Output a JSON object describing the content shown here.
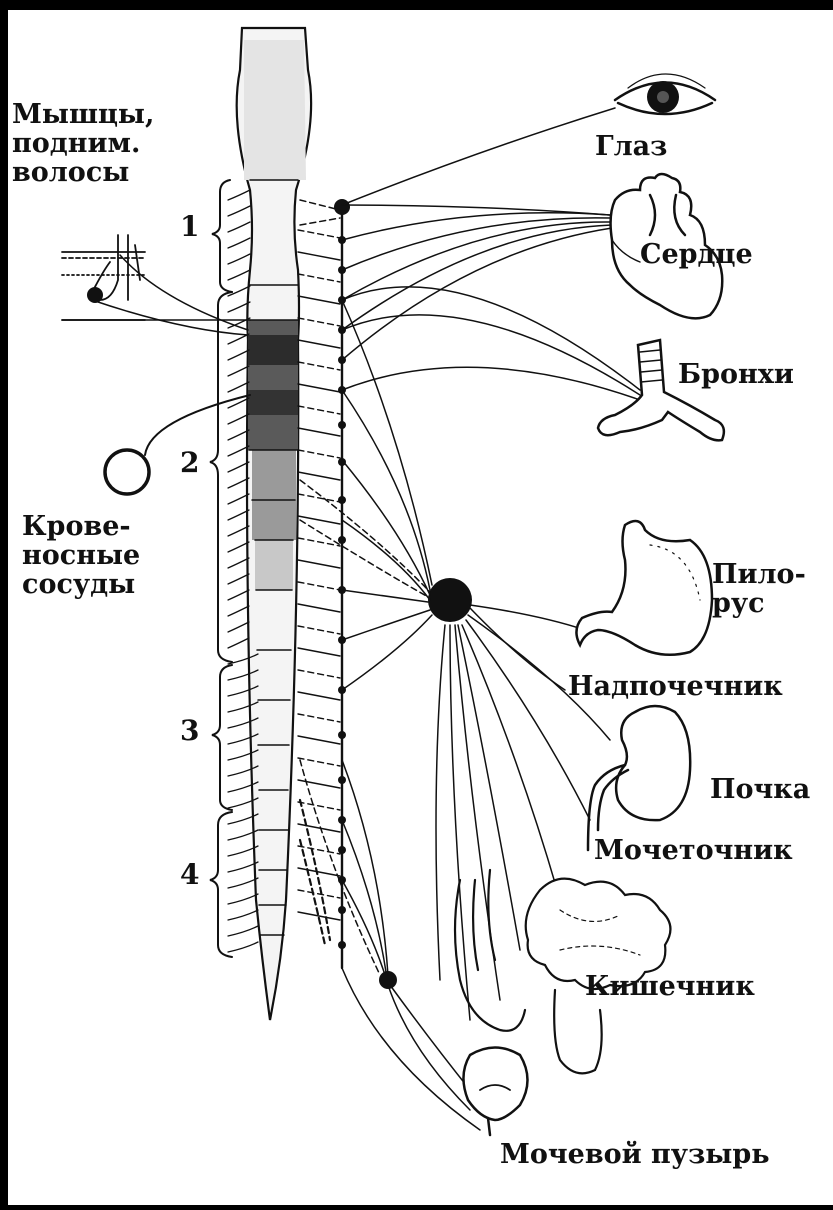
{
  "labels": {
    "hair_muscles": [
      "Мышцы,",
      "подним.",
      "волосы"
    ],
    "blood_vessels": [
      "Крове-",
      "носные",
      "сосуды"
    ],
    "eye": "Глаз",
    "heart": "Сердце",
    "bronchi": "Бронхи",
    "pylorus": [
      "Пило-",
      "рус"
    ],
    "adrenal": "Надпочечник",
    "kidney": "Почка",
    "ureter": "Мочеточник",
    "intestine": "Кишечник",
    "bladder": "Мочевой пузырь"
  },
  "segments": [
    "1",
    "2",
    "3",
    "4"
  ],
  "colors": {
    "paper": "#ffffff",
    "ink": "#111111",
    "frame": "#000000"
  }
}
